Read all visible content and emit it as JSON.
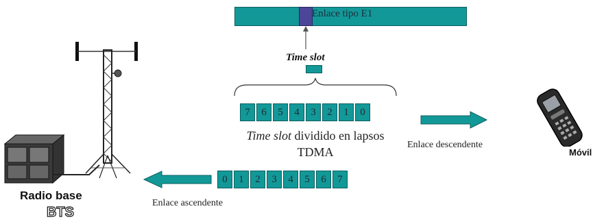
{
  "e1_link": {
    "label": "Enlace tipo E1"
  },
  "time_slot": {
    "label": "Time slot"
  },
  "downlink_slots": {
    "values": [
      "7",
      "6",
      "5",
      "4",
      "3",
      "2",
      "1",
      "0"
    ]
  },
  "uplink_slots": {
    "values": [
      "0",
      "1",
      "2",
      "3",
      "4",
      "5",
      "6",
      "7"
    ]
  },
  "slot_description": {
    "italic": "Time slot",
    "rest": " dividido en lapsos",
    "line2": "TDMA"
  },
  "downlink": {
    "label": "Enlace descendente"
  },
  "uplink": {
    "label": "Enlace ascendente"
  },
  "base_station": {
    "label_line1": "Radio base",
    "label_line2": "BTS"
  },
  "mobile": {
    "label": "Móvil"
  },
  "colors": {
    "slot_fill": "#139898",
    "highlight": "#4d4598"
  }
}
